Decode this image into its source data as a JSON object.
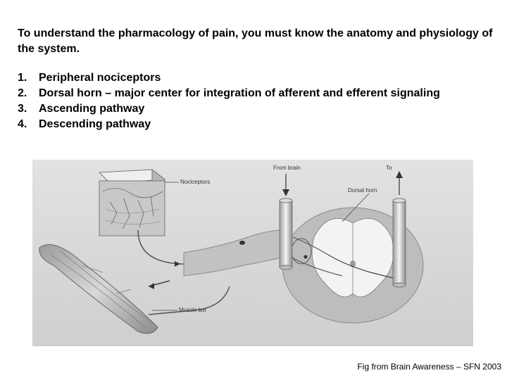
{
  "intro": "To understand the pharmacology of pain, you must know the anatomy and physiology of the system.",
  "list": [
    {
      "num": "1.",
      "text": "Peripheral nociceptors"
    },
    {
      "num": "2.",
      "text": "Dorsal horn – major center for integration of afferent and efferent signaling"
    },
    {
      "num": "3.",
      "text": "Ascending pathway"
    },
    {
      "num": "4.",
      "text": "Descending pathway"
    }
  ],
  "figure": {
    "labels": {
      "nociceptors": "Nociceptors",
      "from_brain": "From brain",
      "to": "To",
      "dorsal_horn": "Dorsal horn",
      "muscle": "Muscle bor"
    }
  },
  "caption": "Fig from Brain Awareness – SFN 2003"
}
